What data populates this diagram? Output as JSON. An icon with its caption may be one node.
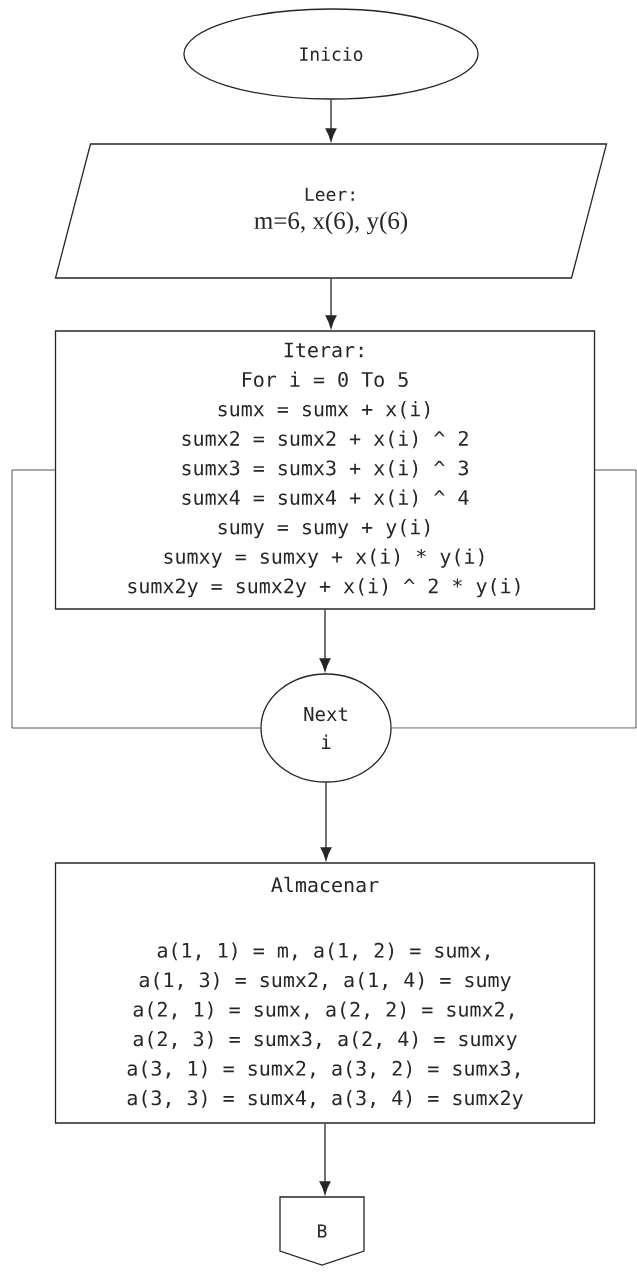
{
  "diagram": {
    "nodes": [
      {
        "text": [
          "Inicio"
        ]
      },
      {
        "text": [
          "Leer:",
          "m=6, x(6), y(6)"
        ]
      },
      {
        "text": [
          "Iterar:",
          "For i = 0 To 5",
          "sumx = sumx + x(i)",
          "sumx2 = sumx2 + x(i) ^ 2",
          "sumx3 = sumx3 + x(i) ^ 3",
          "sumx4 = sumx4 + x(i) ^ 4",
          "sumy = sumy + y(i)",
          "sumxy = sumxy + x(i) * y(i)",
          "sumx2y = sumx2y + x(i) ^ 2 * y(i)"
        ]
      },
      {
        "text": [
          "Next i"
        ]
      },
      {
        "text": [
          "Almacenar",
          "a(1, 1) = m, a(1, 2) = sumx,",
          "a(1, 3) = sumx2, a(1, 4) = sumy",
          "a(2, 1) = sumx, a(2, 2) = sumx2,",
          "a(2, 3) = sumx3, a(2, 4) = sumxy",
          "a(3, 1) = sumx2, a(3, 2) = sumx3,",
          "a(3, 3) = sumx4, a(3, 4) = sumx2y"
        ]
      },
      {
        "text": [
          "B"
        ]
      }
    ],
    "edges": [
      {
        "from": 0,
        "to": 1,
        "arrow": "to"
      },
      {
        "from": 1,
        "to": 2,
        "arrow": "to"
      },
      {
        "from": 2,
        "to": 3,
        "arrow": "to"
      },
      {
        "from": 3,
        "to": 2,
        "arrow": "none"
      },
      {
        "from": 3,
        "to": 2,
        "arrow": "none"
      },
      {
        "from": 3,
        "to": 4,
        "arrow": "to"
      },
      {
        "from": 4,
        "to": 5,
        "arrow": "to"
      }
    ]
  }
}
